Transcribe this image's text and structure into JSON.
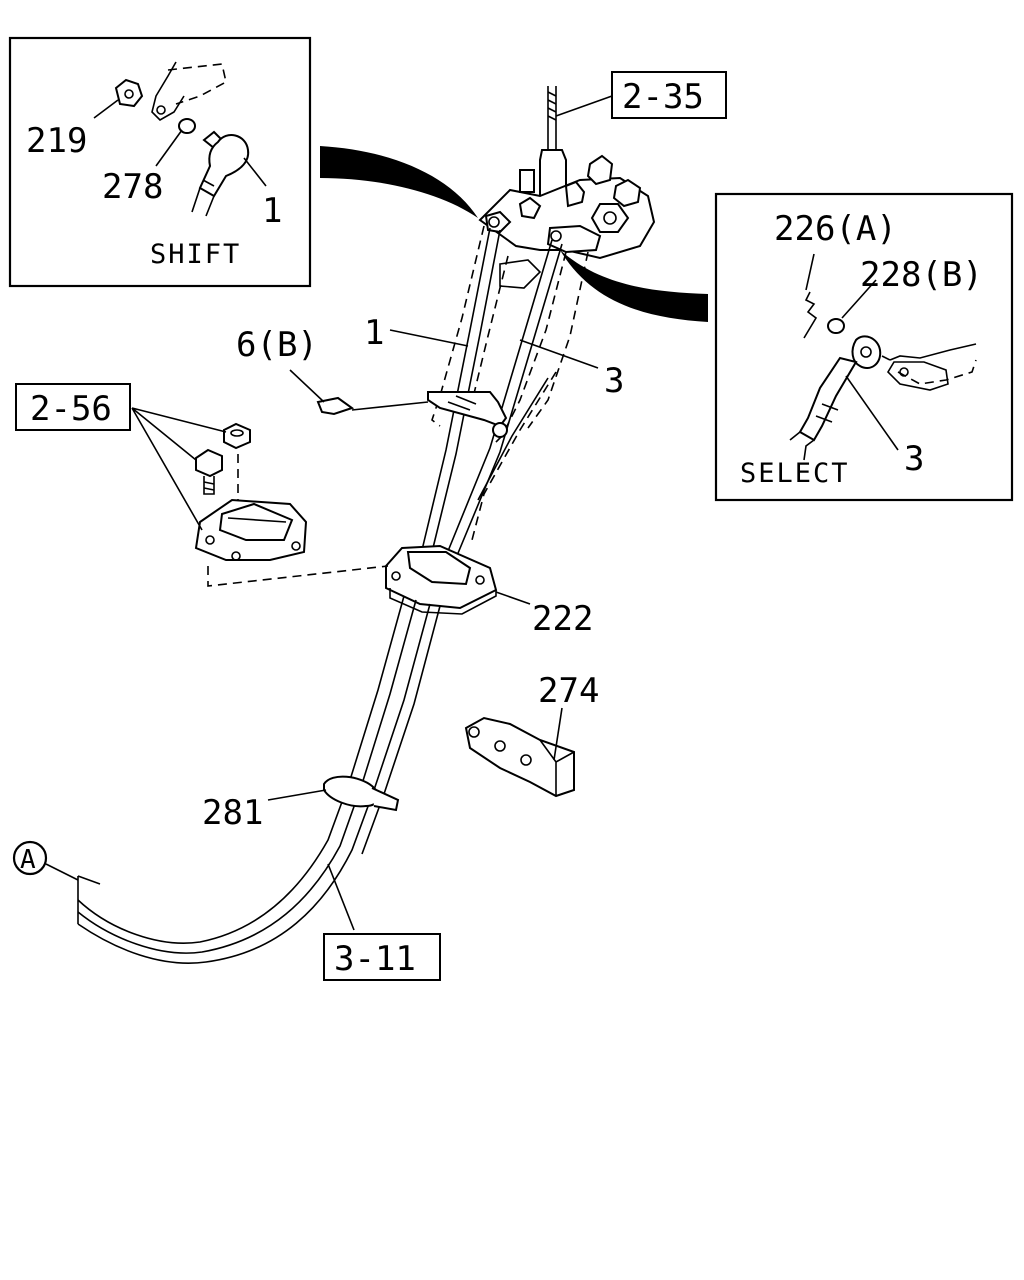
{
  "callouts": {
    "shift_box": {
      "caption": "SHIFT",
      "p219": "219",
      "p278": "278",
      "p1": "1"
    },
    "select_box": {
      "caption": "SELECT",
      "p226a": "226(A)",
      "p228b": "228(B)",
      "p3": "3"
    },
    "main": {
      "ref_2_35": "2-35",
      "ref_2_56": "2-56",
      "ref_3_11": "3-11",
      "p6b": "6(B)",
      "p1": "1",
      "p3": "3",
      "p222": "222",
      "p274": "274",
      "p281": "281",
      "circle_a": "A"
    }
  }
}
